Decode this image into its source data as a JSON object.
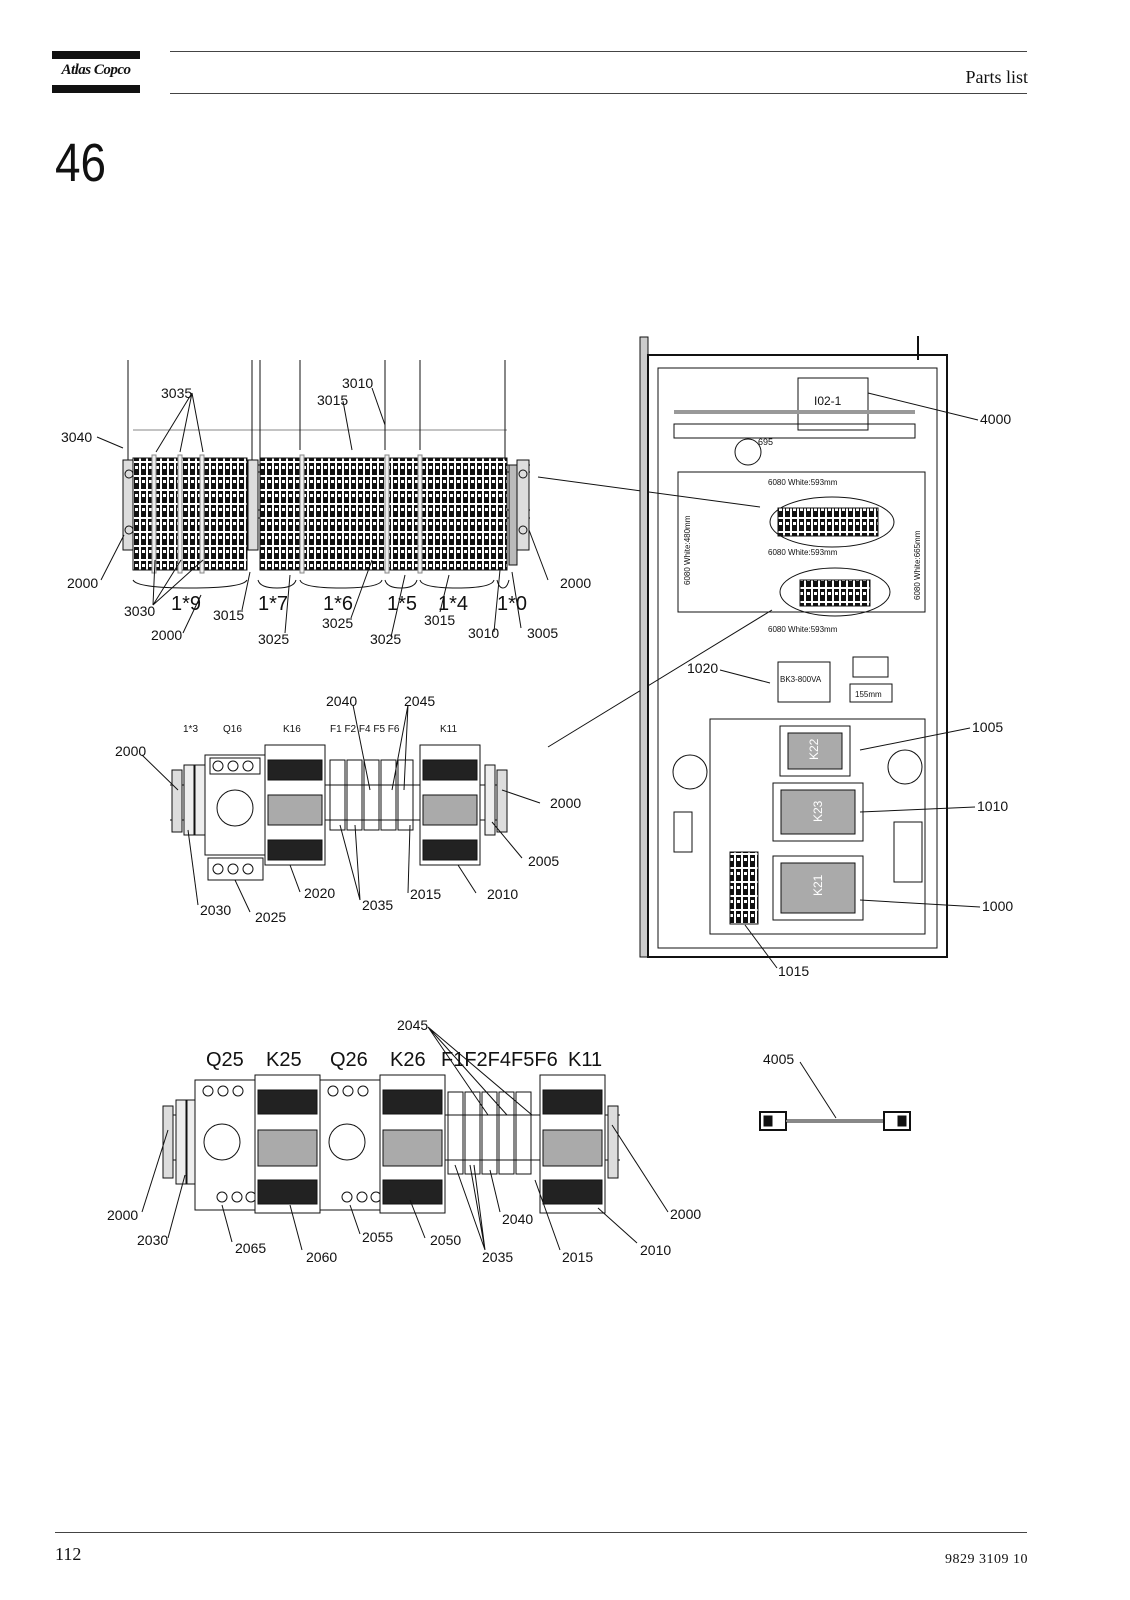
{
  "header": {
    "brand": "Atlas Copco",
    "title": "Parts list"
  },
  "section_number": "46",
  "footer": {
    "page_number": "112",
    "doc_number": "9829 3109 10"
  },
  "callouts": {
    "c3040": "3040",
    "c3035": "3035",
    "c3010a": "3010",
    "c3015a": "3015",
    "c2000a": "2000",
    "c2000b": "2000",
    "c2000c": "2000",
    "c3030": "3030",
    "c3015b": "3015",
    "c3025a": "3025",
    "c3025b": "3025",
    "c3025c": "3025",
    "c3015c": "3015",
    "c3010b": "3010",
    "c3005": "3005",
    "c2040": "2040",
    "c2045": "2045",
    "c2000d": "2000",
    "c2000e": "2000",
    "c2005": "2005",
    "c2030": "2030",
    "c2025": "2025",
    "c2020": "2020",
    "c2035": "2035",
    "c2015": "2015",
    "c2010": "2010",
    "c4000": "4000",
    "c1020": "1020",
    "c1005": "1005",
    "c1010": "1010",
    "c1000": "1000",
    "c1015": "1015",
    "c2045b": "2045",
    "c4005": "4005",
    "c2000f": "2000",
    "c2030b": "2030",
    "c2065": "2065",
    "c2060": "2060",
    "c2055": "2055",
    "c2050": "2050",
    "c2035b": "2035",
    "c2040b": "2040",
    "c2015b": "2015",
    "c2000g": "2000",
    "c2010b": "2010"
  },
  "group_labels": {
    "g9": "1*9",
    "g7": "1*7",
    "g6": "1*6",
    "g5": "1*5",
    "g4": "1*4",
    "g0": "1*0"
  },
  "panel_labels": {
    "io": "I02-1",
    "din1": "6080 White:593mm",
    "din2": "6080 White:593mm",
    "din3": "6080 White:593mm",
    "vert_left": "6080 White:480mm",
    "vert_right": "6080 White:665mm",
    "tx": "BK3-800VA",
    "dim": "155mm",
    "rail695": "695",
    "k22": "K22",
    "k23": "K23",
    "k21": "K21"
  },
  "mid_labels": {
    "l13": "1*3",
    "q16": "Q16",
    "k16": "K16",
    "f": "F1 F2 F4 F5 F6",
    "k11": "K11"
  },
  "bottom_labels": {
    "q25": "Q25",
    "k25": "K25",
    "q26": "Q26",
    "k26": "K26",
    "f": "F1F2F4F5F6",
    "k11": "K11"
  }
}
